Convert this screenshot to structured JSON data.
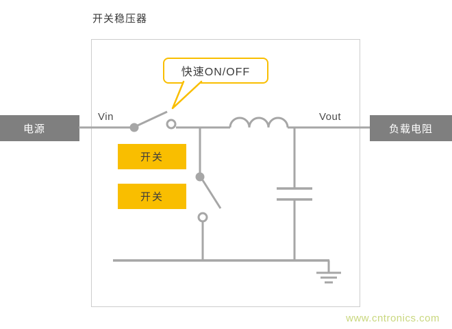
{
  "page": {
    "title": "开关稳压器",
    "watermark": "www.cntronics.com"
  },
  "diagram": {
    "source_label": "电源",
    "load_label": "负载电阻",
    "vin_label": "Vin",
    "vout_label": "Vout",
    "callout_label": "快速ON/OFF",
    "switch_labels": [
      "开关",
      "开关"
    ],
    "components": [
      "input-switch",
      "inductor",
      "ground-switch",
      "capacitor",
      "ground"
    ],
    "colors": {
      "accent_yellow": "#f9be00",
      "bar_gray": "#7f7f7f",
      "wire_gray": "#a6a6a6",
      "watermark_green": "#c9d77e",
      "text_dark": "#3c3c3c"
    }
  }
}
